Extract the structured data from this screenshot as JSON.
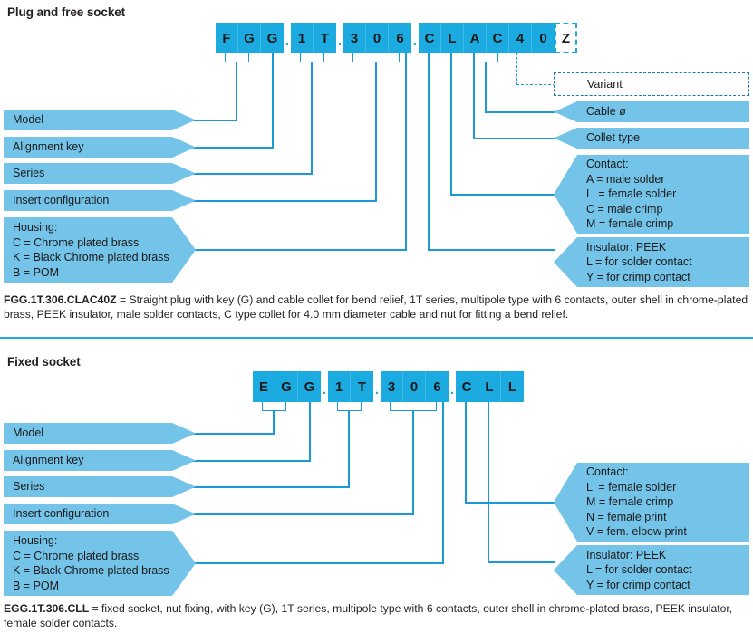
{
  "page": {
    "accent_dark": "#1cabe0",
    "accent_light": "#74c3e8",
    "line_color": "#1b9ad6"
  },
  "sections": [
    {
      "title": "Plug and free socket",
      "code": {
        "groups": [
          {
            "cells": [
              "F",
              "G",
              "G"
            ]
          },
          {
            "cells": [
              "1",
              "T"
            ]
          },
          {
            "cells": [
              "3",
              "0",
              "6"
            ]
          },
          {
            "cells": [
              "C",
              "L",
              "A",
              "C",
              "4",
              "0"
            ]
          }
        ],
        "variant_cell": "Z",
        "separator": "."
      },
      "left_labels": [
        {
          "text": "Model"
        },
        {
          "text": "Alignment key"
        },
        {
          "text": "Series"
        },
        {
          "text": "Insert configuration"
        },
        {
          "text": "Housing:\nC = Chrome plated brass\nK = Black Chrome plated brass\nB = POM"
        }
      ],
      "right_labels": [
        {
          "text": "Variant",
          "style": "dashed"
        },
        {
          "text": "Cable ø"
        },
        {
          "text": "Collet type"
        },
        {
          "text": "Contact:\nA = male solder\nL  = female solder\nC = male crimp\nM = female crimp"
        },
        {
          "text": "Insulator: PEEK\nL = for solder contact\nY = for crimp contact"
        }
      ],
      "caption_code": "FGG.1T.306.CLAC40Z",
      "caption_text": " = Straight plug with key (G) and cable collet for bend relief, 1T series, multipole type with 6 contacts, outer shell in chrome-plated brass, PEEK insulator, male solder contacts, C type collet for 4.0 mm diameter cable and nut for fitting a bend relief."
    },
    {
      "title": "Fixed socket",
      "code": {
        "groups": [
          {
            "cells": [
              "E",
              "G",
              "G"
            ]
          },
          {
            "cells": [
              "1",
              "T"
            ]
          },
          {
            "cells": [
              "3",
              "0",
              "6"
            ]
          },
          {
            "cells": [
              "C",
              "L",
              "L"
            ]
          }
        ],
        "variant_cell": null,
        "separator": "."
      },
      "left_labels": [
        {
          "text": "Model"
        },
        {
          "text": "Alignment key"
        },
        {
          "text": "Series"
        },
        {
          "text": "Insert configuration"
        },
        {
          "text": "Housing:\nC = Chrome plated brass\nK = Black Chrome plated brass\nB = POM"
        }
      ],
      "right_labels": [
        {
          "text": "Contact:\nL  = female solder\nM = female crimp\nN = female print\nV = fem. elbow print"
        },
        {
          "text": "Insulator: PEEK\nL = for solder contact\nY = for crimp contact"
        }
      ],
      "caption_code": "EGG.1T.306.CLL",
      "caption_text": " = fixed socket, nut fixing, with key (G), 1T series, multipole type with 6 contacts, outer shell in chrome-plated brass, PEEK insulator, female solder contacts."
    }
  ]
}
